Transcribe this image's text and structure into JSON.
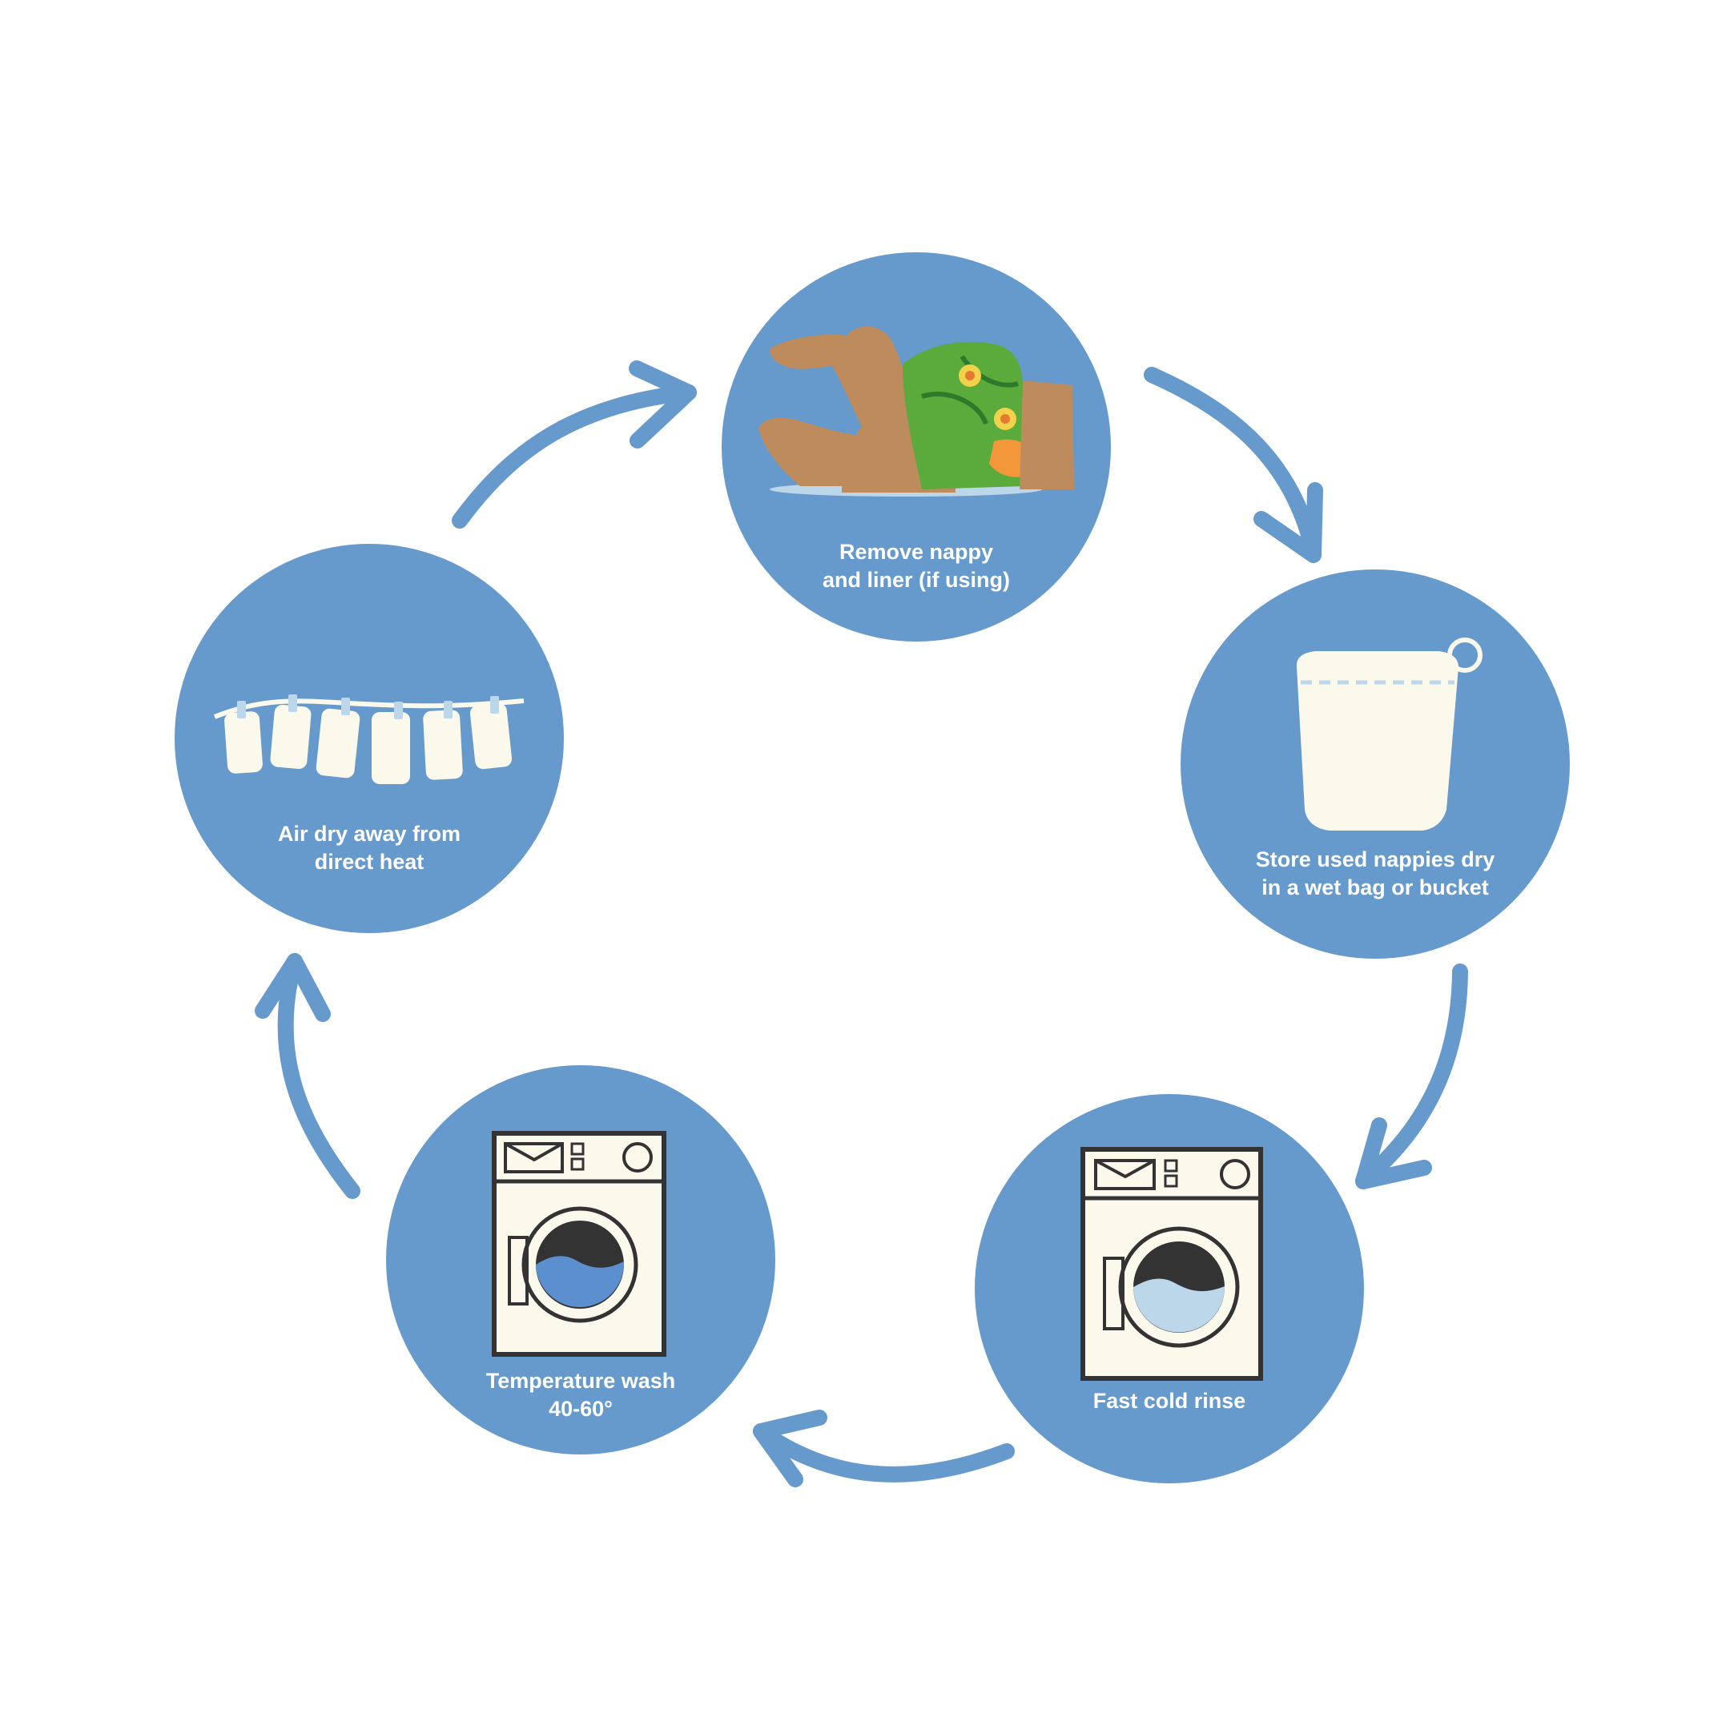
{
  "colors": {
    "circle": "#6699cc",
    "arrow": "#6699cc",
    "text": "#ffffff",
    "cream": "#fbf8ec",
    "outline": "#333333",
    "skin": "#be8c5c",
    "water_warm": "#5b8fcd",
    "water_cold": "#bcd6ea",
    "nappy_green": "#5aaa3c"
  },
  "steps": [
    {
      "icon": "baby-nappy-icon",
      "lines": [
        "Remove nappy",
        "and liner (if using)"
      ]
    },
    {
      "icon": "wet-bag-icon",
      "lines": [
        "Store used nappies dry",
        "in a wet bag or bucket"
      ]
    },
    {
      "icon": "washing-machine-icon",
      "lines": [
        "Fast cold rinse"
      ]
    },
    {
      "icon": "washing-machine-icon",
      "lines": [
        "Temperature wash",
        "40-60°"
      ]
    },
    {
      "icon": "clothesline-icon",
      "lines": [
        "Air dry away from",
        "direct heat"
      ]
    }
  ],
  "arrows": [
    "cycle-arrow-icon",
    "cycle-arrow-icon",
    "cycle-arrow-icon",
    "cycle-arrow-icon",
    "cycle-arrow-icon"
  ]
}
